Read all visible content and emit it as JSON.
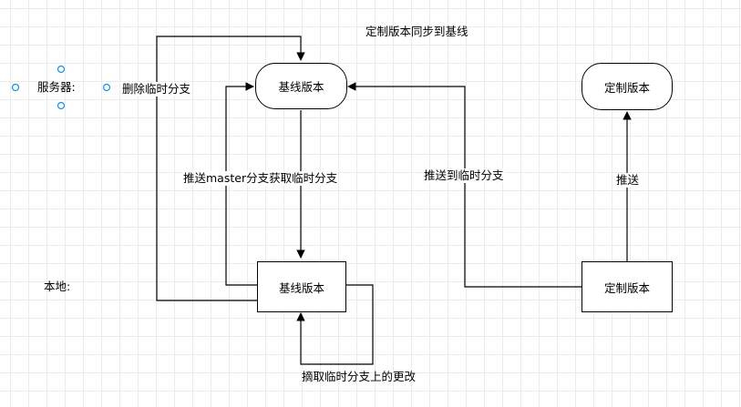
{
  "labels": {
    "server": "服务器:",
    "local": "本地:",
    "delete_temp_branch": "删除临时分支",
    "sync_custom_to_base": "定制版本同步到基线",
    "push_master_fetch_temp": "推送master分支获取临时分支",
    "push_to_temp_branch": "推送到临时分支",
    "push": "推送",
    "pick_changes_from_temp": "摘取临时分支上的更改"
  },
  "nodes": {
    "server_base": "基线版本",
    "server_custom": "定制版本",
    "local_base": "基线版本",
    "local_custom": "定制版本"
  },
  "colors": {
    "stroke": "#000000",
    "selection_handle": "#1a8fe0"
  }
}
